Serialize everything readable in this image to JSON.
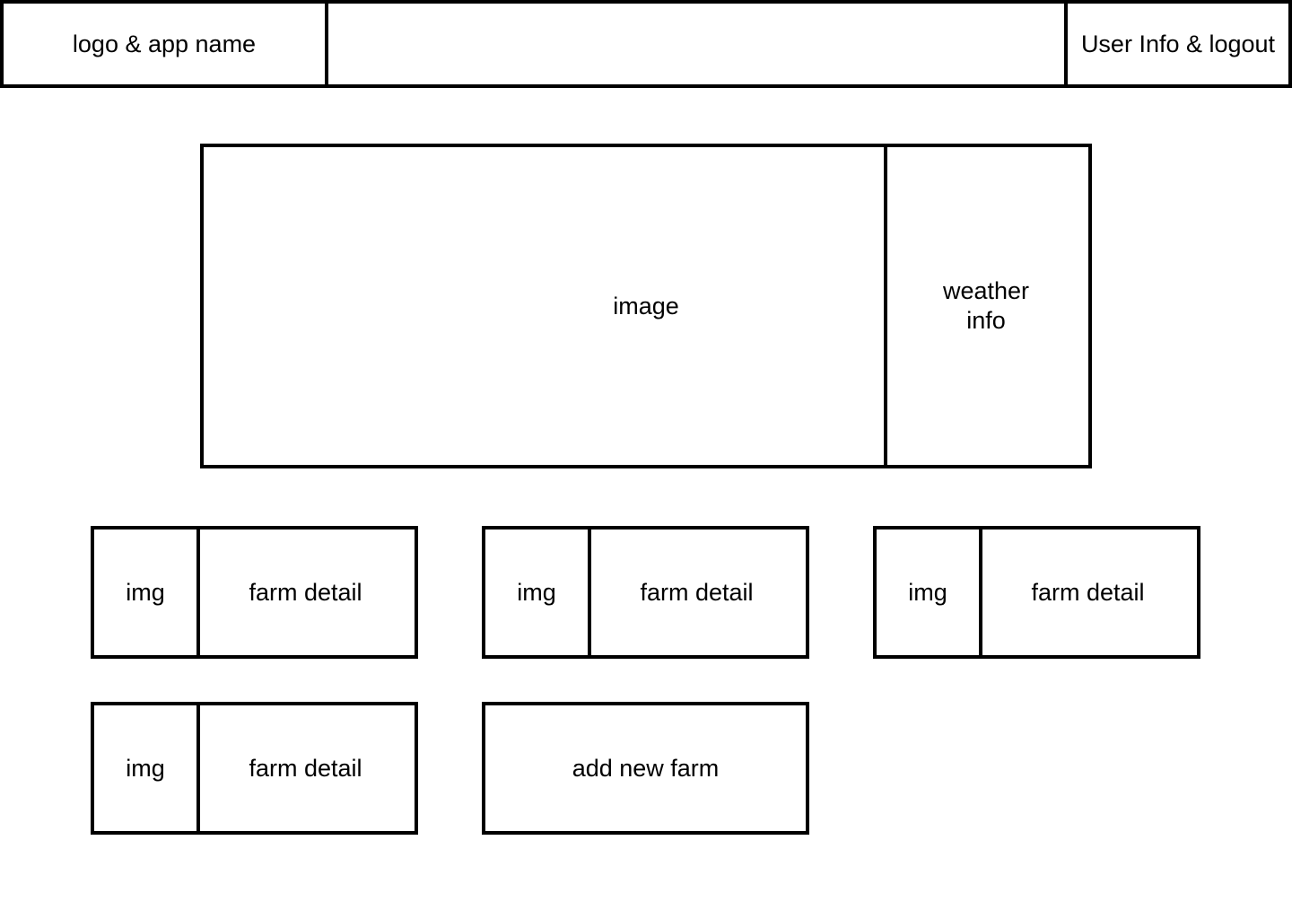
{
  "header": {
    "logo_label": "logo & app name",
    "user_label": "User Info & logout"
  },
  "hero": {
    "image_label": "image",
    "weather_label": "weather info"
  },
  "farms": [
    {
      "img_label": "img",
      "detail_label": "farm detail"
    },
    {
      "img_label": "img",
      "detail_label": "farm detail"
    },
    {
      "img_label": "img",
      "detail_label": "farm detail"
    },
    {
      "img_label": "img",
      "detail_label": "farm detail"
    }
  ],
  "add_farm": {
    "label": "add new farm"
  }
}
